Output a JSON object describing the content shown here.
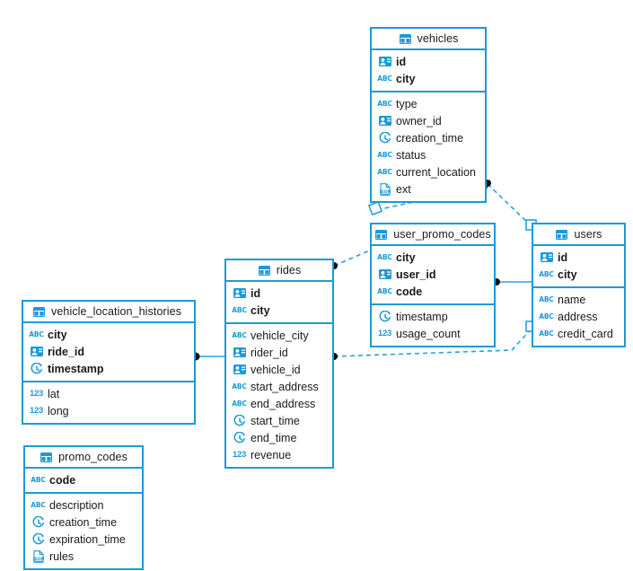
{
  "diagram": {
    "title": "database-er-diagram",
    "accent_color": "#1a9ad8",
    "line_color": "#2ba0dc",
    "text_color": "#1a1a1a",
    "background": "#ffffff"
  },
  "entities": [
    {
      "id": "vehicles",
      "name": "vehicles",
      "keys": [
        {
          "name": "id",
          "type": "id"
        },
        {
          "name": "city",
          "type": "abc"
        }
      ],
      "fields": [
        {
          "name": "type",
          "type": "abc"
        },
        {
          "name": "owner_id",
          "type": "id"
        },
        {
          "name": "creation_time",
          "type": "clock"
        },
        {
          "name": "status",
          "type": "abc"
        },
        {
          "name": "current_location",
          "type": "abc"
        },
        {
          "name": "ext",
          "type": "json"
        }
      ]
    },
    {
      "id": "user_promo_codes",
      "name": "user_promo_codes",
      "keys": [
        {
          "name": "city",
          "type": "abc"
        },
        {
          "name": "user_id",
          "type": "id"
        },
        {
          "name": "code",
          "type": "abc"
        }
      ],
      "fields": [
        {
          "name": "timestamp",
          "type": "clock"
        },
        {
          "name": "usage_count",
          "type": "123"
        }
      ]
    },
    {
      "id": "users",
      "name": "users",
      "keys": [
        {
          "name": "id",
          "type": "id"
        },
        {
          "name": "city",
          "type": "abc"
        }
      ],
      "fields": [
        {
          "name": "name",
          "type": "abc"
        },
        {
          "name": "address",
          "type": "abc"
        },
        {
          "name": "credit_card",
          "type": "abc"
        }
      ]
    },
    {
      "id": "rides",
      "name": "rides",
      "keys": [
        {
          "name": "id",
          "type": "id"
        },
        {
          "name": "city",
          "type": "abc"
        }
      ],
      "fields": [
        {
          "name": "vehicle_city",
          "type": "abc"
        },
        {
          "name": "rider_id",
          "type": "id"
        },
        {
          "name": "vehicle_id",
          "type": "id"
        },
        {
          "name": "start_address",
          "type": "abc"
        },
        {
          "name": "end_address",
          "type": "abc"
        },
        {
          "name": "start_time",
          "type": "clock"
        },
        {
          "name": "end_time",
          "type": "clock"
        },
        {
          "name": "revenue",
          "type": "123"
        }
      ]
    },
    {
      "id": "vehicle_location_histories",
      "name": "vehicle_location_histories",
      "keys": [
        {
          "name": "city",
          "type": "abc"
        },
        {
          "name": "ride_id",
          "type": "id"
        },
        {
          "name": "timestamp",
          "type": "clock"
        }
      ],
      "fields": [
        {
          "name": "lat",
          "type": "123"
        },
        {
          "name": "long",
          "type": "123"
        }
      ]
    },
    {
      "id": "promo_codes",
      "name": "promo_codes",
      "keys": [
        {
          "name": "code",
          "type": "abc"
        }
      ],
      "fields": [
        {
          "name": "description",
          "type": "abc"
        },
        {
          "name": "creation_time",
          "type": "clock"
        },
        {
          "name": "expiration_time",
          "type": "clock"
        },
        {
          "name": "rules",
          "type": "json"
        }
      ]
    }
  ],
  "relationships": [
    {
      "from": "vehicles",
      "to": "user_promo_codes",
      "style": "dashed"
    },
    {
      "from": "vehicles",
      "to": "users",
      "style": "dashed"
    },
    {
      "from": "user_promo_codes",
      "to": "users",
      "style": "solid"
    },
    {
      "from": "rides",
      "to": "user_promo_codes",
      "style": "dashed"
    },
    {
      "from": "rides",
      "to": "users",
      "style": "dashed"
    },
    {
      "from": "vehicle_location_histories",
      "to": "rides",
      "style": "solid"
    }
  ],
  "icon_names": {
    "id": "id-card-icon",
    "abc": "text-type-icon",
    "clock": "timestamp-icon",
    "json": "json-document-icon",
    "123": "number-type-icon",
    "table": "table-icon"
  }
}
